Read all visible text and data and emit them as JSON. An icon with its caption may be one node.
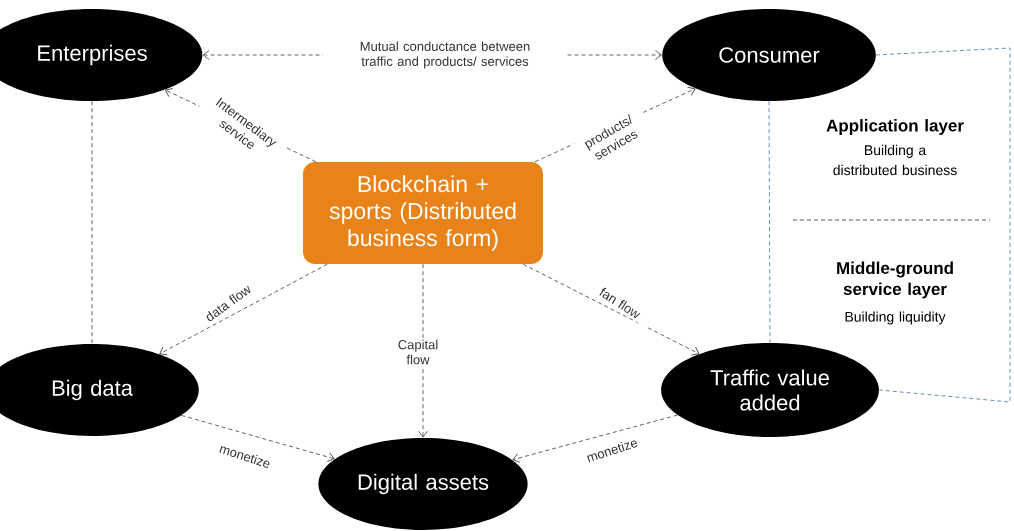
{
  "diagram": {
    "nodes": [
      {
        "text": [
          "Enterprises"
        ]
      },
      {
        "text": [
          "Consumer"
        ]
      },
      {
        "text": [
          "Blockchain + sports (Distributed business form)"
        ]
      },
      {
        "text": [
          "Big data"
        ]
      },
      {
        "text": [
          "Traffic value added"
        ]
      },
      {
        "text": [
          "Digital assets"
        ]
      }
    ],
    "edges": [
      {
        "from": 0,
        "to": 1,
        "arrow": "both",
        "style": "dashed",
        "label": "Mutual conductance between traffic and products/ services"
      },
      {
        "from": 2,
        "to": 0,
        "arrow": "to",
        "style": "dashed",
        "label": "Intermediary service"
      },
      {
        "from": 2,
        "to": 1,
        "arrow": "to",
        "style": "dashed",
        "label": "products/ services"
      },
      {
        "from": 2,
        "to": 3,
        "arrow": "to",
        "style": "dashed",
        "label": "data flow"
      },
      {
        "from": 2,
        "to": 4,
        "arrow": "to",
        "style": "dashed",
        "label": "fan flow"
      },
      {
        "from": 2,
        "to": 5,
        "arrow": "to",
        "style": "dashed",
        "label": "Capital flow"
      },
      {
        "from": 3,
        "to": 5,
        "arrow": "to",
        "style": "dashed",
        "label": "monetize"
      },
      {
        "from": 4,
        "to": 5,
        "arrow": "to",
        "style": "dashed",
        "label": "monetize"
      },
      {
        "from": 0,
        "to": 3,
        "arrow": "none",
        "style": "dashed"
      },
      {
        "from": 1,
        "to": 4,
        "arrow": "none",
        "style": "dashed",
        "color": "#4a6fa5"
      },
      {
        "from": 1,
        "to": 4,
        "arrow": "none",
        "style": "dashed",
        "color": "#4a6fa5"
      }
    ],
    "labels": [
      "Application layer",
      "Building a distributed business",
      "Middle-ground service layer",
      "Building liquidity"
    ]
  }
}
